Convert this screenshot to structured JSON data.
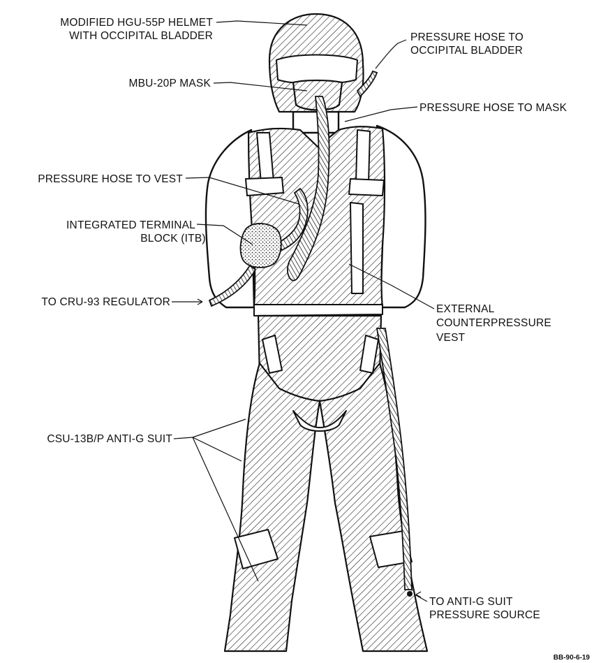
{
  "labels": {
    "helmet_1": "MODIFIED HGU-55P HELMET",
    "helmet_2": "WITH OCCIPITAL BLADDER",
    "occipital_hose_1": "PRESSURE HOSE TO",
    "occipital_hose_2": "OCCIPITAL BLADDER",
    "mask": "MBU-20P MASK",
    "mask_hose": "PRESSURE HOSE TO MASK",
    "vest_hose": "PRESSURE HOSE TO VEST",
    "itb_1": "INTEGRATED TERMINAL",
    "itb_2": "BLOCK (ITB)",
    "regulator": "TO CRU-93 REGULATOR",
    "vest_1": "EXTERNAL",
    "vest_2": "COUNTERPRESSURE",
    "vest_3": "VEST",
    "antig_suit": "CSU-13B/P ANTI-G SUIT",
    "antig_source_1": "TO ANTI-G SUIT",
    "antig_source_2": "PRESSURE SOURCE"
  },
  "figure_code": "BB-90-6-19"
}
